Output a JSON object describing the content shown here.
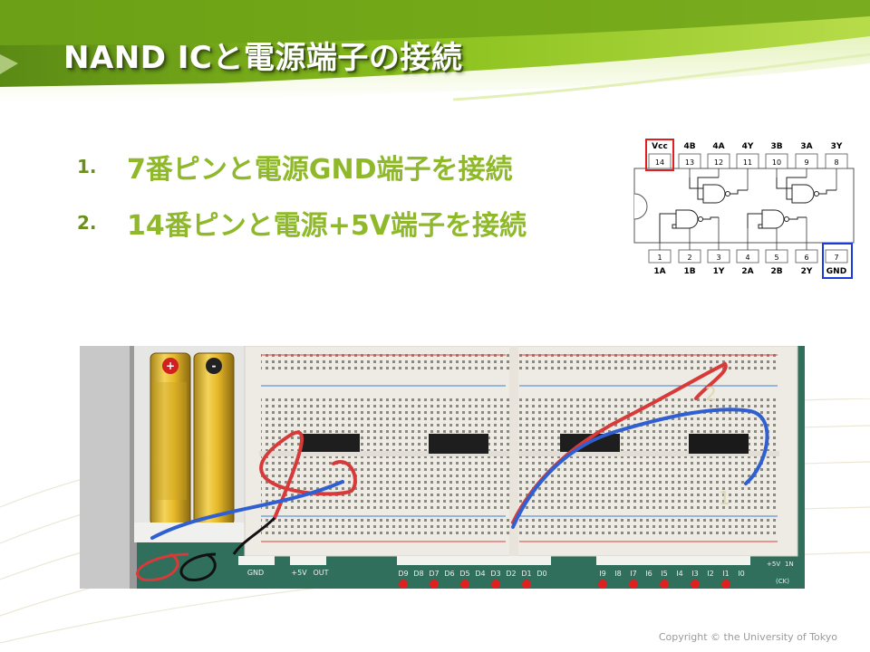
{
  "slide": {
    "title": "NAND ICと電源端子の接続",
    "items": [
      {
        "number": "1.",
        "text": "7番ピンと電源GND端子を接続"
      },
      {
        "number": "2.",
        "text": "14番ピンと電源+5V端子を接続"
      }
    ],
    "copyright": "Copyright © the University of Tokyo"
  },
  "pinout": {
    "top_labels": [
      "Vcc",
      "4B",
      "4A",
      "4Y",
      "3B",
      "3A",
      "3Y"
    ],
    "top_pins": [
      "14",
      "13",
      "12",
      "11",
      "10",
      "9",
      "8"
    ],
    "bottom_pins": [
      "1",
      "2",
      "3",
      "4",
      "5",
      "6",
      "7"
    ],
    "bottom_labels": [
      "1A",
      "1B",
      "1Y",
      "2A",
      "2B",
      "2Y",
      "GND"
    ],
    "highlight_vcc_color": "#e02020",
    "highlight_gnd_color": "#1a3cd8"
  },
  "photo": {
    "wire_label_2": "2",
    "wire_label_1": "1",
    "terminal_labels": [
      "GND",
      "+5V",
      "OUT"
    ],
    "led_labels_left": [
      "D9",
      "D8",
      "D7",
      "D6",
      "D5",
      "D4",
      "D3",
      "D2",
      "D1",
      "D0"
    ],
    "led_labels_right": [
      "I9",
      "I8",
      "I7",
      "I6",
      "I5",
      "I4",
      "I3",
      "I2",
      "I1",
      "I0"
    ],
    "right_labels": [
      "+5V",
      "1N",
      "(CK)"
    ]
  }
}
